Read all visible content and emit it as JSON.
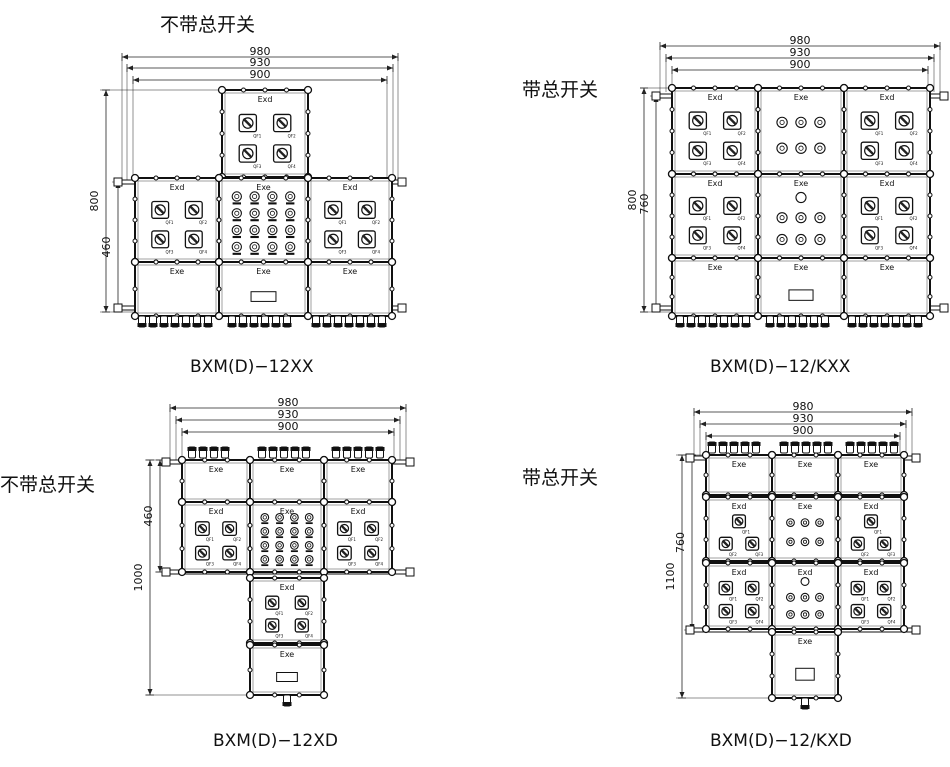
{
  "labels": {
    "no_main_switch": "不带总开关",
    "with_main_switch": "带总开关"
  },
  "dims": {
    "d980": "980",
    "d930": "930",
    "d900": "900",
    "d800": "800",
    "d760": "760",
    "d460": "460",
    "d1000": "1000",
    "d1100": "1100"
  },
  "box_labels": {
    "exd": "Exd",
    "exe": "Exe"
  },
  "switch_labels": [
    "QF1",
    "QF2",
    "QF3",
    "QF4"
  ],
  "models": {
    "tl": "BXM(D)−12XX",
    "tr": "BXM(D)−12/KXX",
    "bl": "BXM(D)−12XD",
    "br": "BXM(D)−12/KXD"
  }
}
